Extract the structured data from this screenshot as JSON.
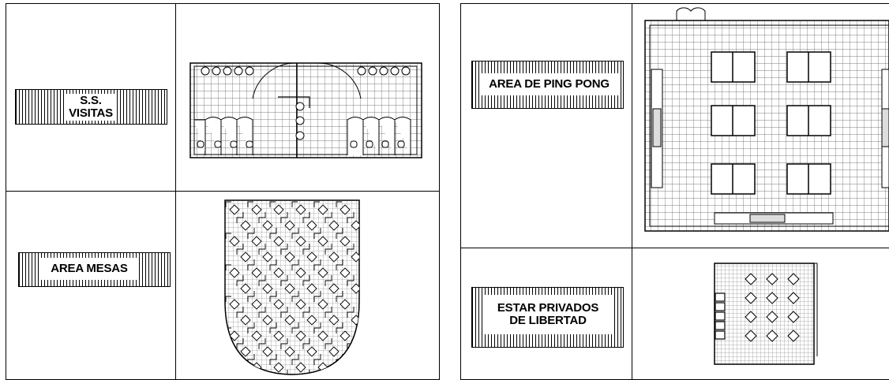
{
  "left_table": {
    "rows": [
      {
        "label_lines": [
          "S.S.",
          "VISITAS"
        ],
        "plan": "restroom-plan"
      },
      {
        "label_lines": [
          "AREA MESAS"
        ],
        "plan": "tables-area-plan"
      }
    ]
  },
  "right_table": {
    "rows": [
      {
        "label_lines": [
          "AREA DE PING PONG"
        ],
        "plan": "ping-pong-plan"
      },
      {
        "label_lines": [
          "ESTAR PRIVADOS",
          "DE LIBERTAD"
        ],
        "plan": "lounge-plan"
      }
    ]
  },
  "colors": {
    "line": "#000000",
    "background": "#ffffff",
    "grid": "#555555"
  }
}
